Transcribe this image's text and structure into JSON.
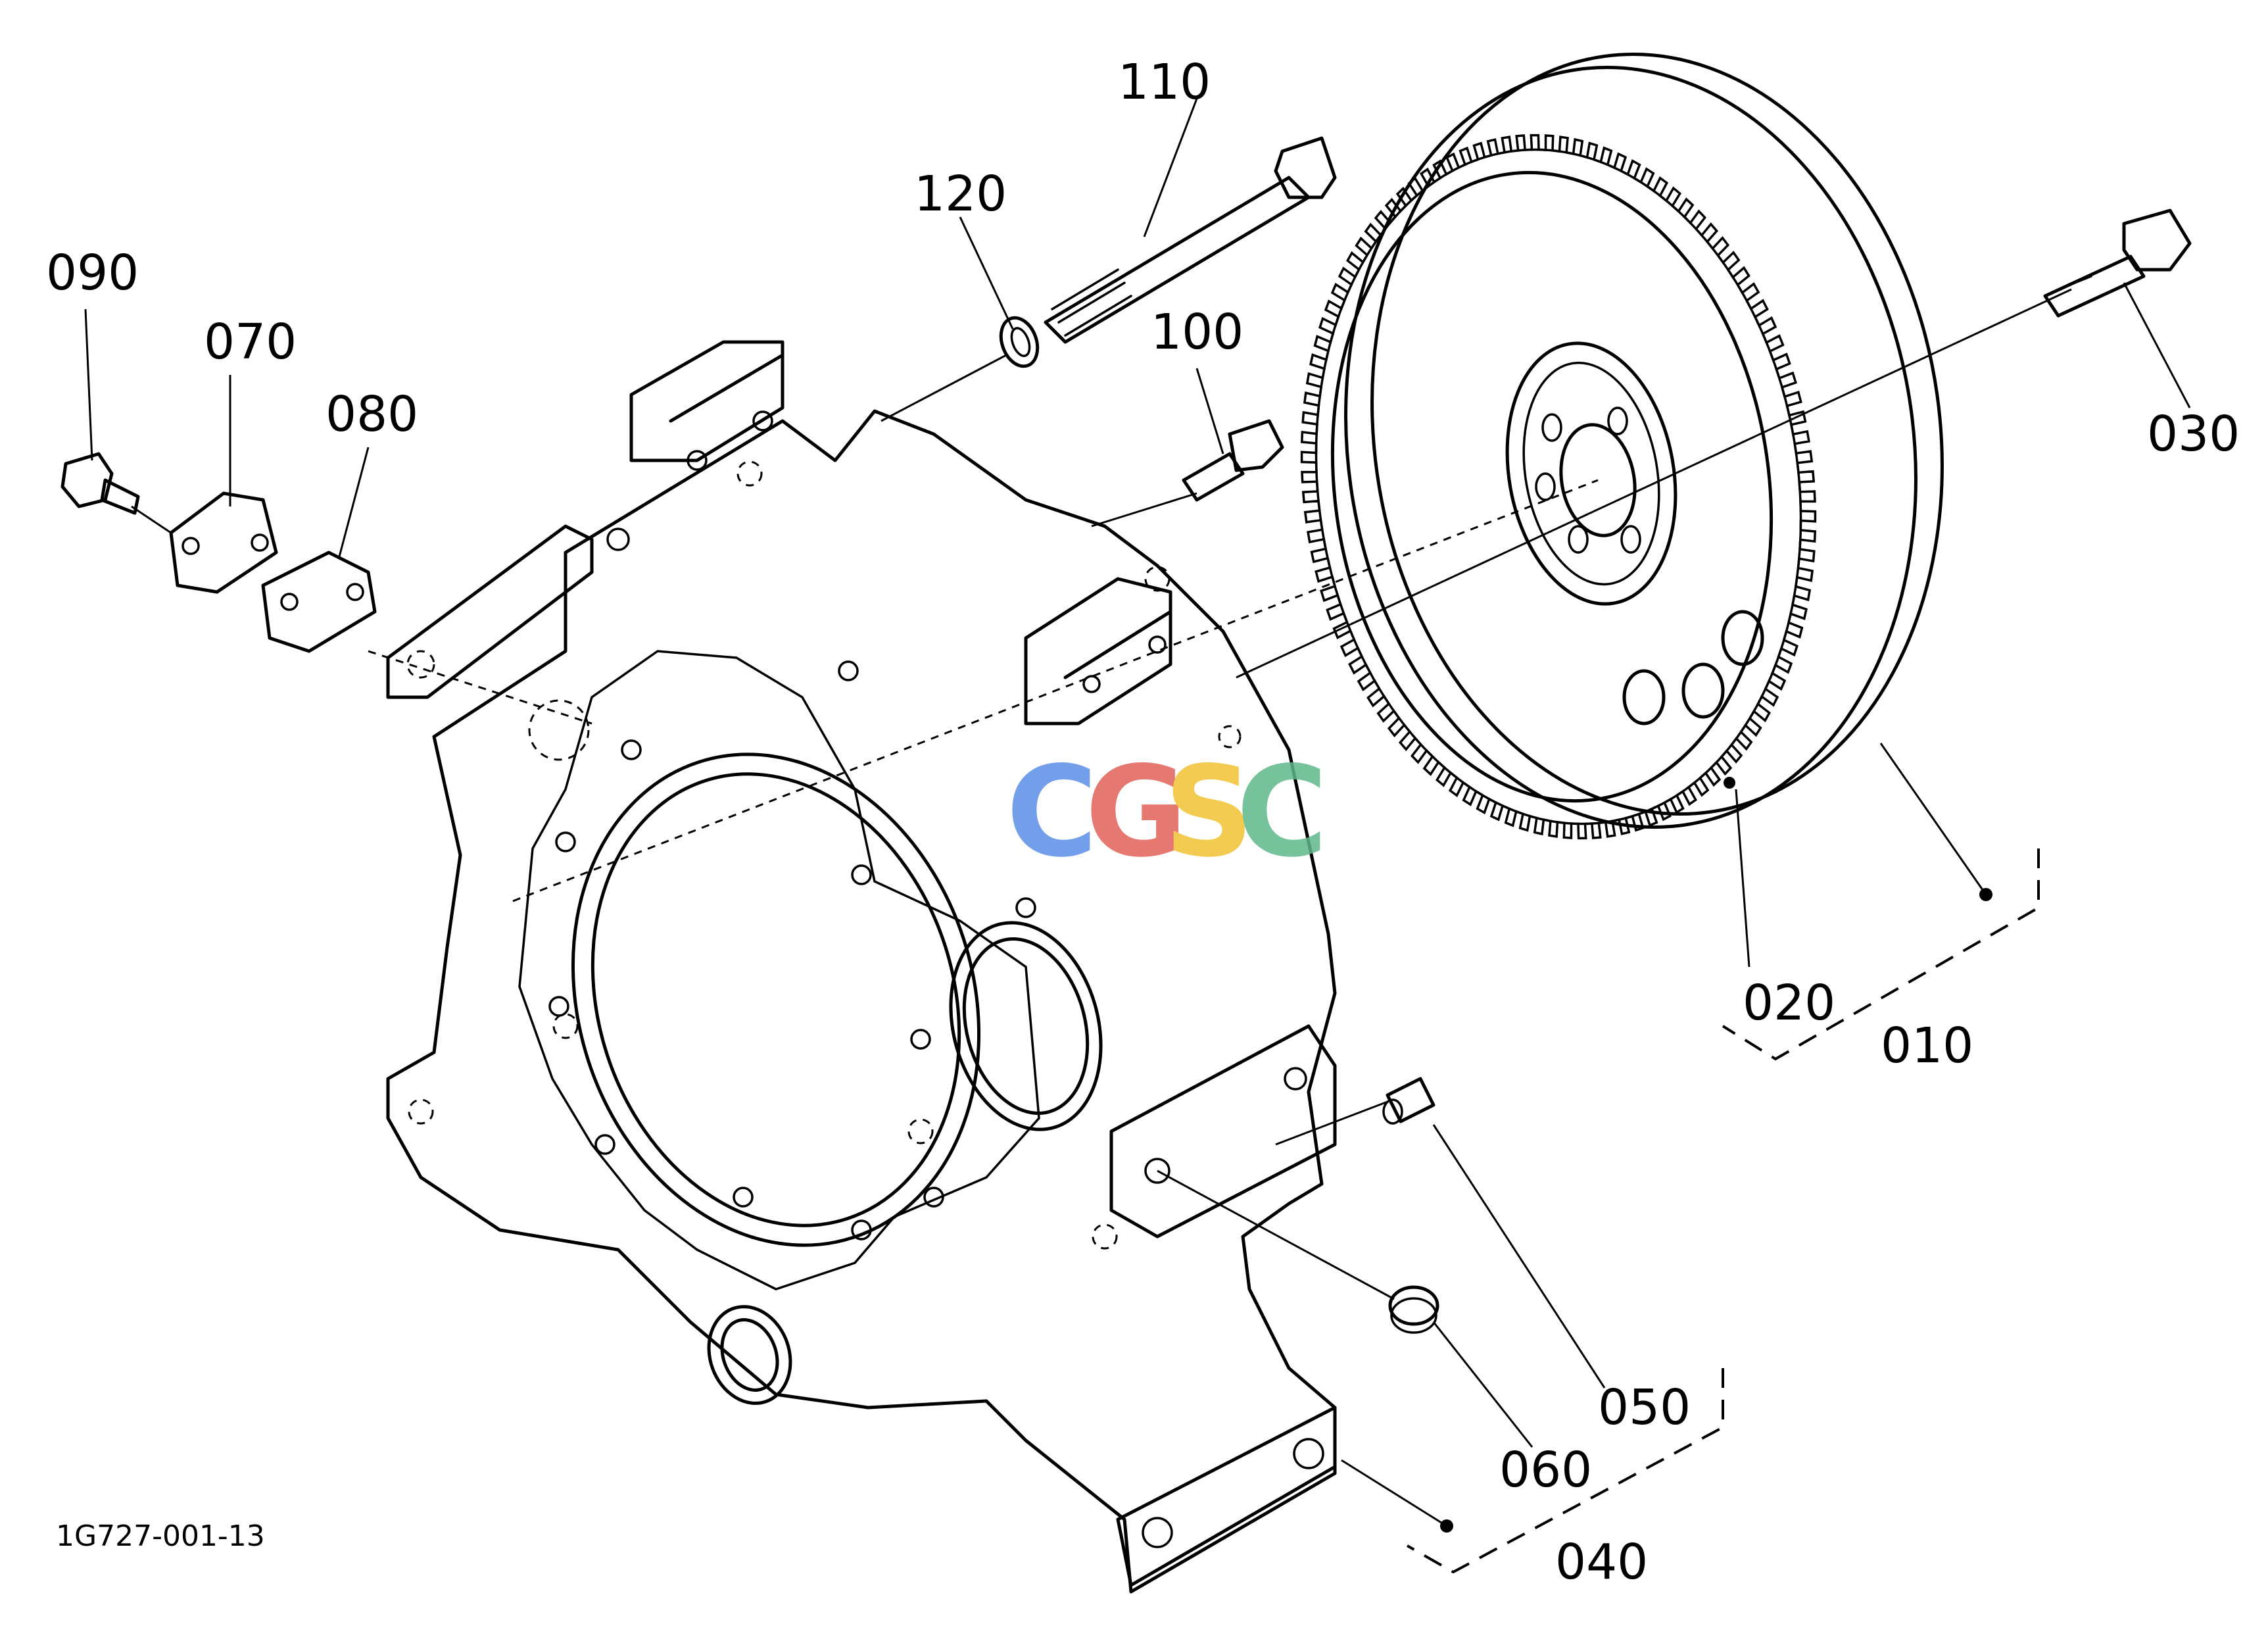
{
  "callouts": {
    "c010": "010",
    "c020": "020",
    "c030": "030",
    "c040": "040",
    "c050": "050",
    "c060": "060",
    "c070": "070",
    "c080": "080",
    "c090": "090",
    "c100": "100",
    "c110": "110",
    "c120": "120"
  },
  "drawing_number": "1G727-001-13",
  "watermark": {
    "letters": [
      "C",
      "G",
      "S",
      "C"
    ],
    "colors": [
      "#5b8ee6",
      "#e2615a",
      "#f1c232",
      "#5fb88a"
    ]
  }
}
